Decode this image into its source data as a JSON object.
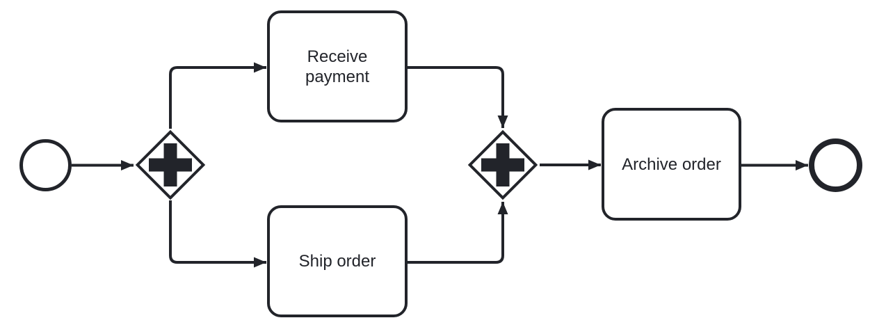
{
  "colors": {
    "stroke": "#22242A",
    "shape_fill": "#ffffff",
    "background": "#ffffff"
  },
  "diagram": {
    "type": "bpmn-process",
    "nodes": [
      {
        "id": "start-event",
        "kind": "start-event",
        "label": ""
      },
      {
        "id": "split-gateway",
        "kind": "parallel-gateway",
        "marker": "plus"
      },
      {
        "id": "task-receive-payment",
        "kind": "task",
        "label": "Receive payment"
      },
      {
        "id": "task-ship-order",
        "kind": "task",
        "label": "Ship order"
      },
      {
        "id": "join-gateway",
        "kind": "parallel-gateway",
        "marker": "plus"
      },
      {
        "id": "task-archive-order",
        "kind": "task",
        "label": "Archive order"
      },
      {
        "id": "end-event",
        "kind": "end-event",
        "label": ""
      }
    ],
    "flows": [
      {
        "from": "start-event",
        "to": "split-gateway"
      },
      {
        "from": "split-gateway",
        "to": "task-receive-payment"
      },
      {
        "from": "split-gateway",
        "to": "task-ship-order"
      },
      {
        "from": "task-receive-payment",
        "to": "join-gateway"
      },
      {
        "from": "task-ship-order",
        "to": "join-gateway"
      },
      {
        "from": "join-gateway",
        "to": "task-archive-order"
      },
      {
        "from": "task-archive-order",
        "to": "end-event"
      }
    ]
  }
}
